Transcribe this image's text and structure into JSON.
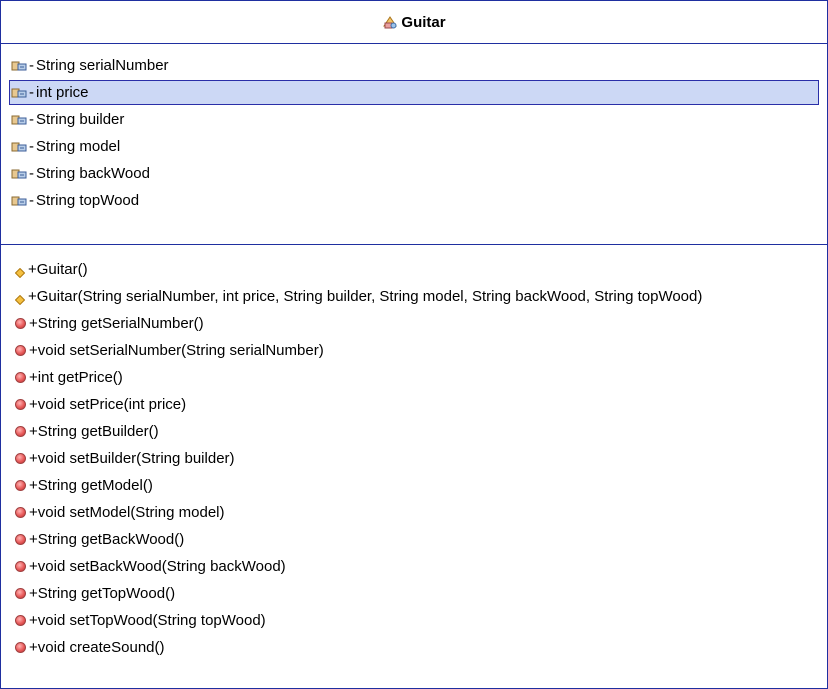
{
  "class": {
    "name": "Guitar",
    "icon": "class-icon"
  },
  "attributes": [
    {
      "visibility": "-",
      "signature": "String serialNumber",
      "selected": false
    },
    {
      "visibility": "-",
      "signature": "int price",
      "selected": true
    },
    {
      "visibility": "-",
      "signature": "String builder",
      "selected": false
    },
    {
      "visibility": "-",
      "signature": "String model",
      "selected": false
    },
    {
      "visibility": "-",
      "signature": "String backWood",
      "selected": false
    },
    {
      "visibility": "-",
      "signature": "String topWood",
      "selected": false
    }
  ],
  "operations": [
    {
      "kind": "constructor",
      "visibility": "+",
      "signature": "Guitar()"
    },
    {
      "kind": "constructor",
      "visibility": "+",
      "signature": "Guitar(String serialNumber, int price, String builder, String model, String backWood, String topWood)"
    },
    {
      "kind": "method",
      "visibility": "+",
      "signature": "String getSerialNumber()"
    },
    {
      "kind": "method",
      "visibility": "+",
      "signature": "void setSerialNumber(String serialNumber)"
    },
    {
      "kind": "method",
      "visibility": "+",
      "signature": "int getPrice()"
    },
    {
      "kind": "method",
      "visibility": "+",
      "signature": "void setPrice(int price)"
    },
    {
      "kind": "method",
      "visibility": "+",
      "signature": "String getBuilder()"
    },
    {
      "kind": "method",
      "visibility": "+",
      "signature": "void setBuilder(String builder)"
    },
    {
      "kind": "method",
      "visibility": "+",
      "signature": "String getModel()"
    },
    {
      "kind": "method",
      "visibility": "+",
      "signature": "void setModel(String model)"
    },
    {
      "kind": "method",
      "visibility": "+",
      "signature": "String getBackWood()"
    },
    {
      "kind": "method",
      "visibility": "+",
      "signature": "void setBackWood(String backWood)"
    },
    {
      "kind": "method",
      "visibility": "+",
      "signature": "String getTopWood()"
    },
    {
      "kind": "method",
      "visibility": "+",
      "signature": "void setTopWood(String topWood)"
    },
    {
      "kind": "method",
      "visibility": "+",
      "signature": "void createSound()"
    }
  ],
  "colors": {
    "border": "#1f2fa0",
    "selection_fill": "#ccd8f5",
    "selection_border": "#2a2fa8",
    "method_icon": "#e85a5a",
    "constructor_icon": "#f0b030"
  }
}
